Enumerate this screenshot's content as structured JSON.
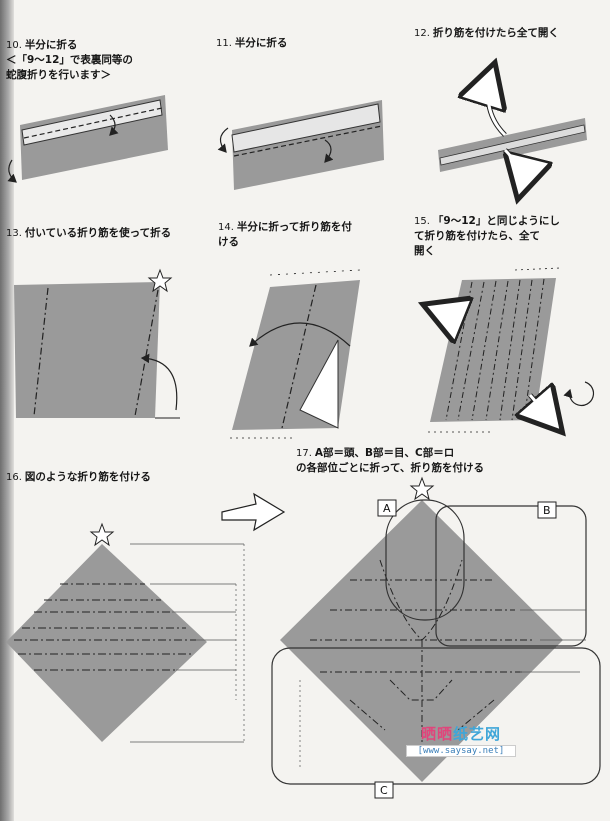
{
  "steps": [
    {
      "num": "10.",
      "text": "半分に折る\n＜「9〜12」で表裏同等の\n蛇腹折りを行います＞"
    },
    {
      "num": "11.",
      "text": "半分に折る"
    },
    {
      "num": "12.",
      "text": "折り筋を付けたら全て開く"
    },
    {
      "num": "13.",
      "text": "付いている折り筋を使って折る"
    },
    {
      "num": "14.",
      "text": "半分に折って折り筋を付\nける"
    },
    {
      "num": "15.",
      "text": "「9〜12」と同じようにし\nて折り筋を付けたら、全て\n開く"
    },
    {
      "num": "16.",
      "text": "図のような折り筋を付ける"
    },
    {
      "num": "17.",
      "text": "A部＝頭、B部＝目、C部＝ロ\nの各部位ごとに折って、折り筋を付ける"
    }
  ],
  "labels": {
    "a": "A",
    "b": "B",
    "c": "C"
  },
  "watermark": {
    "title_1": "晒晒",
    "title_2": "纸艺网",
    "url": "[www.saysay.net]"
  }
}
